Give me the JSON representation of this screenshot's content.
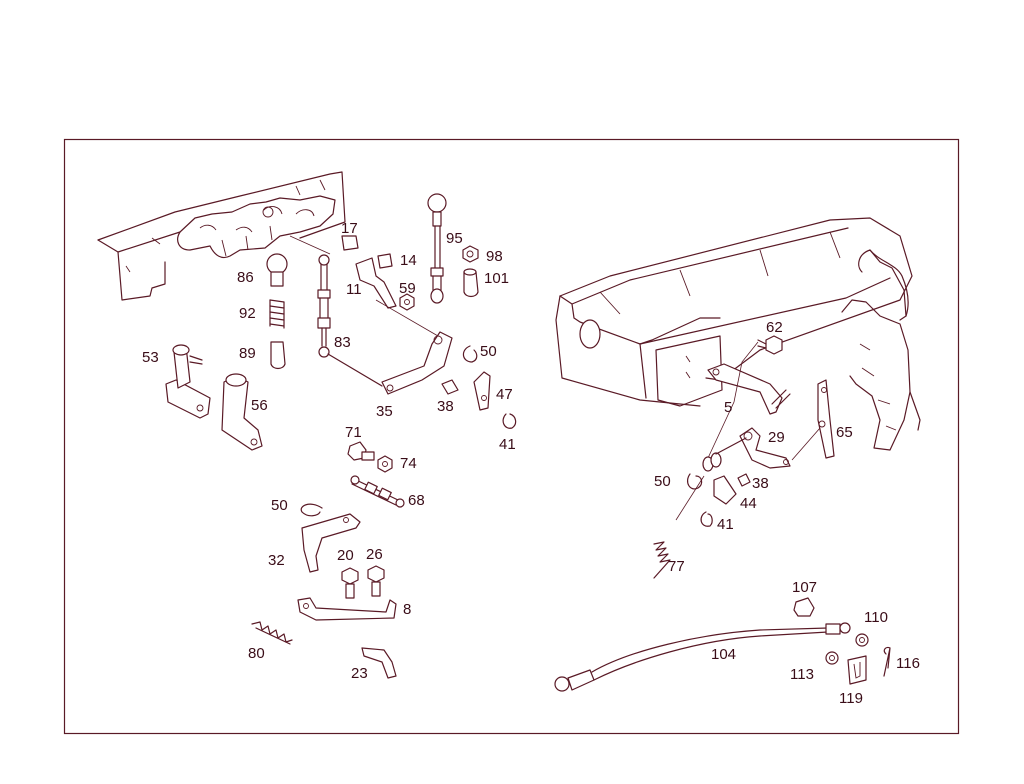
{
  "colors": {
    "line": "#5a1a26",
    "text": "#3a0d18",
    "border": "#5a1a26",
    "background": "#ffffff"
  },
  "callouts": [
    {
      "id": "17",
      "text": "17"
    },
    {
      "id": "14",
      "text": "14"
    },
    {
      "id": "11",
      "text": "11"
    },
    {
      "id": "59",
      "text": "59"
    },
    {
      "id": "95",
      "text": "95"
    },
    {
      "id": "98",
      "text": "98"
    },
    {
      "id": "101",
      "text": "101"
    },
    {
      "id": "86",
      "text": "86"
    },
    {
      "id": "92",
      "text": "92"
    },
    {
      "id": "89",
      "text": "89"
    },
    {
      "id": "53",
      "text": "53"
    },
    {
      "id": "56",
      "text": "56"
    },
    {
      "id": "83",
      "text": "83"
    },
    {
      "id": "50a",
      "text": "50"
    },
    {
      "id": "47",
      "text": "47"
    },
    {
      "id": "35",
      "text": "35"
    },
    {
      "id": "38a",
      "text": "38"
    },
    {
      "id": "41a",
      "text": "41"
    },
    {
      "id": "71",
      "text": "71"
    },
    {
      "id": "74",
      "text": "74"
    },
    {
      "id": "68",
      "text": "68"
    },
    {
      "id": "50b",
      "text": "50"
    },
    {
      "id": "32",
      "text": "32"
    },
    {
      "id": "20",
      "text": "20"
    },
    {
      "id": "26",
      "text": "26"
    },
    {
      "id": "8",
      "text": "8"
    },
    {
      "id": "80",
      "text": "80"
    },
    {
      "id": "23",
      "text": "23"
    },
    {
      "id": "62",
      "text": "62"
    },
    {
      "id": "5",
      "text": "5"
    },
    {
      "id": "29",
      "text": "29"
    },
    {
      "id": "65",
      "text": "65"
    },
    {
      "id": "50c",
      "text": "50"
    },
    {
      "id": "38b",
      "text": "38"
    },
    {
      "id": "44",
      "text": "44"
    },
    {
      "id": "41b",
      "text": "41"
    },
    {
      "id": "77",
      "text": "77"
    },
    {
      "id": "107",
      "text": "107"
    },
    {
      "id": "110",
      "text": "110"
    },
    {
      "id": "104",
      "text": "104"
    },
    {
      "id": "116",
      "text": "116"
    },
    {
      "id": "113",
      "text": "113"
    },
    {
      "id": "119",
      "text": "119"
    }
  ]
}
